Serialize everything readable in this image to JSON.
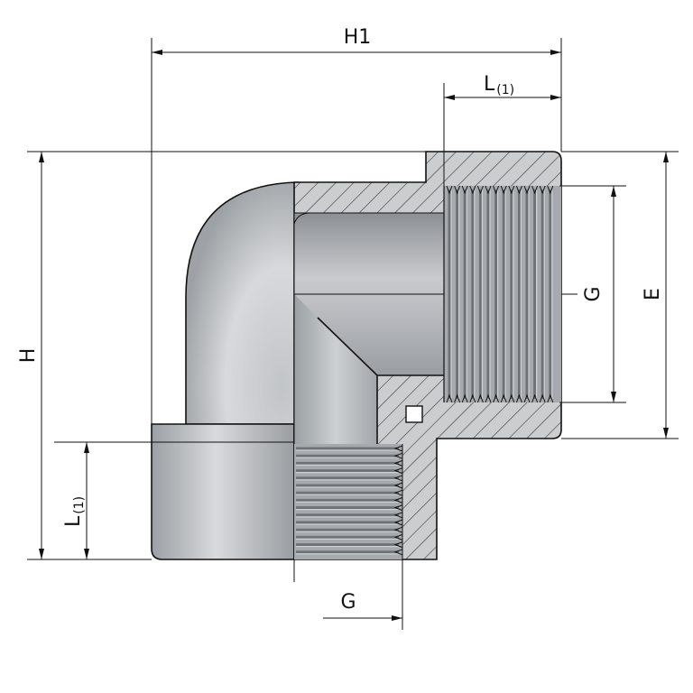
{
  "labels": {
    "h1": "H1",
    "h": "H",
    "e": "E",
    "g_right": "G",
    "g_bottom": "G",
    "l_top_main": "L",
    "l_top_sub": "(1)",
    "l_left_main": "L",
    "l_left_sub": "(1)"
  },
  "colors": {
    "body_gray": "#b9bdc1",
    "section_gray": "#c9cbcd",
    "bore_gray": "#a9adb1",
    "thread_gray": "#9ea3a8",
    "hatch": "#3a3a3a"
  }
}
